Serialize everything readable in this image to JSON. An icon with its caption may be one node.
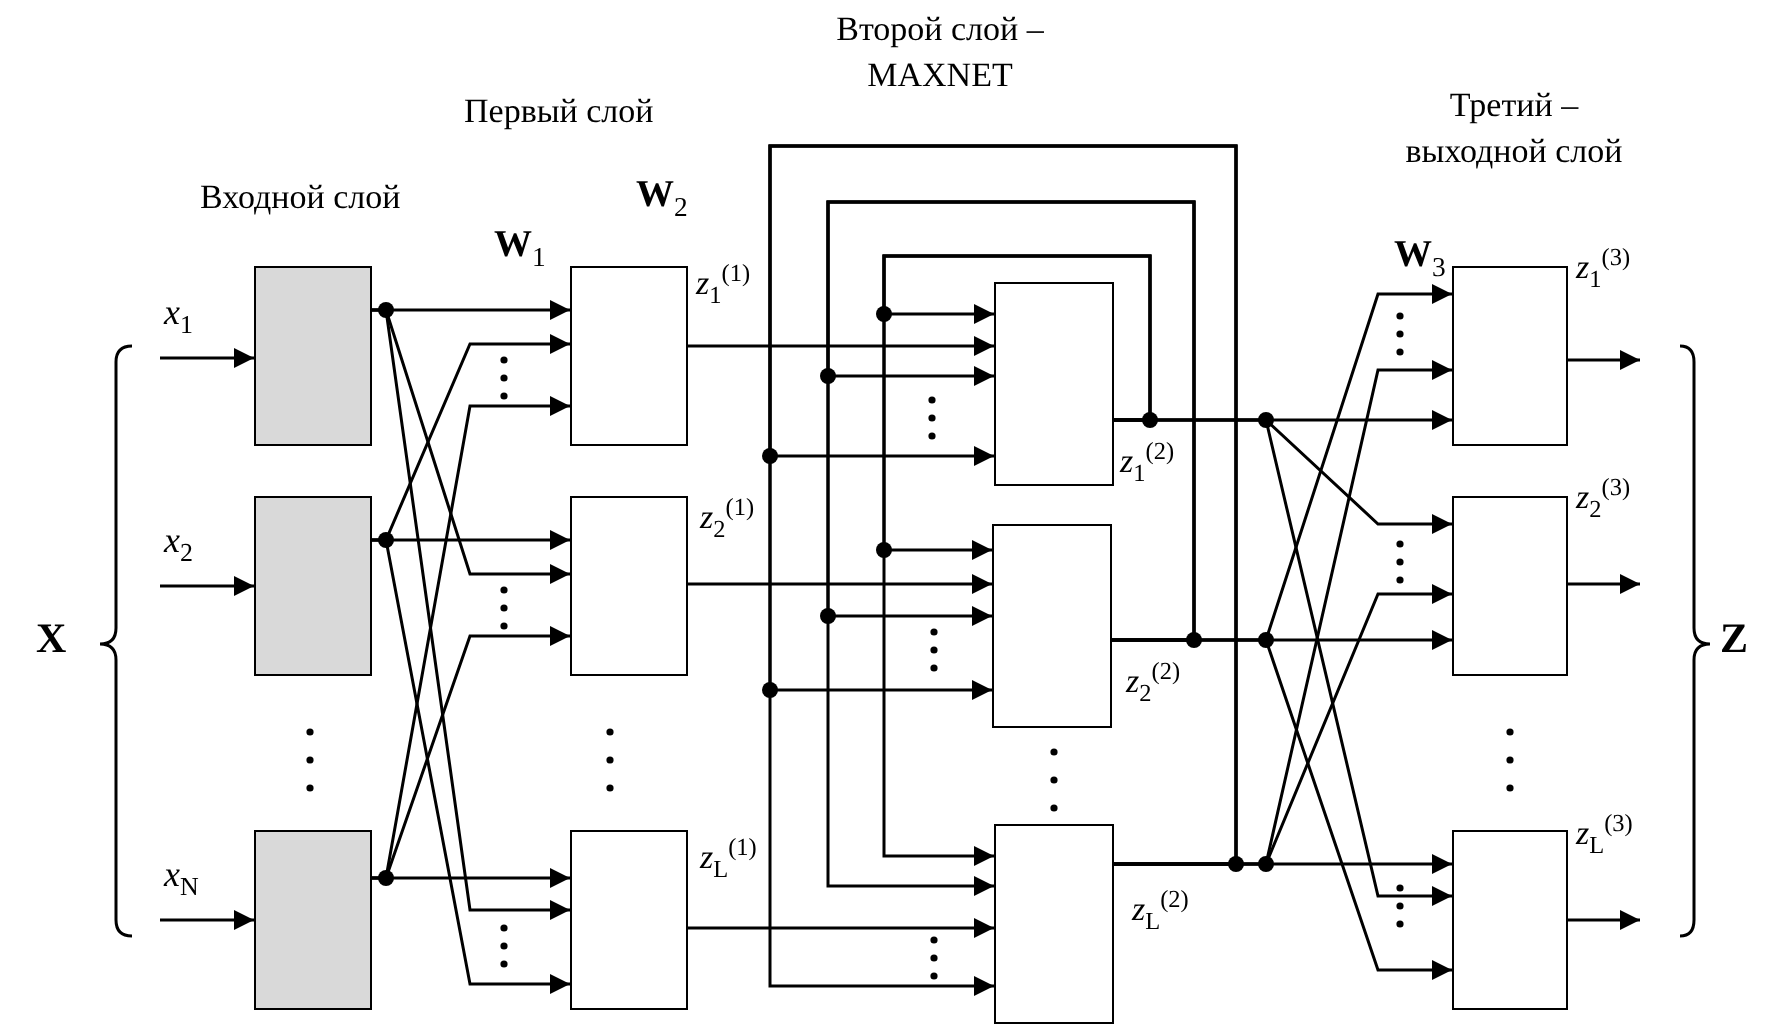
{
  "diagram": {
    "nodes": [
      {
        "text": [],
        "shape": "box"
      },
      {
        "text": [],
        "shape": "box"
      },
      {
        "text": [],
        "shape": "box"
      },
      {
        "text": [],
        "shape": "box",
        "beside": [
          "*z*$_{1}$$^{(1)}$"
        ]
      },
      {
        "text": [],
        "shape": "box",
        "beside": [
          "*z*$_{2}$$^{(1)}$"
        ]
      },
      {
        "text": [],
        "shape": "box",
        "beside": [
          "*z*$_{L}$$^{(1)}$"
        ]
      },
      {
        "text": [],
        "shape": "box",
        "beside": [
          "*z*$_{1}$$^{(2)}$"
        ]
      },
      {
        "text": [],
        "shape": "box",
        "beside": [
          "*z*$_{2}$$^{(2)}$"
        ]
      },
      {
        "text": [],
        "shape": "box",
        "beside": [
          "*z*$_{L}$$^{(2)}$"
        ]
      },
      {
        "text": [],
        "shape": "box",
        "beside": [
          "*z*$_{1}$$^{(3)}$"
        ]
      },
      {
        "text": [],
        "shape": "box",
        "beside": [
          "*z*$_{2}$$^{(3)}$"
        ]
      },
      {
        "text": [],
        "shape": "box",
        "beside": [
          "*z*$_{L}$$^{(3)}$"
        ]
      }
    ],
    "edges": [
      {
        "from": null,
        "to": 0,
        "arrow": "to",
        "label": "*x*$_{1}$"
      },
      {
        "from": null,
        "to": 1,
        "arrow": "to",
        "label": "*x*$_{2}$"
      },
      {
        "from": null,
        "to": 2,
        "arrow": "to",
        "label": "*x*$_{N}$"
      },
      {
        "from": 0,
        "to": 3,
        "arrow": "to"
      },
      {
        "from": 0,
        "to": 4,
        "arrow": "to"
      },
      {
        "from": 0,
        "to": 5,
        "arrow": "to"
      },
      {
        "from": 1,
        "to": 3,
        "arrow": "to"
      },
      {
        "from": 1,
        "to": 4,
        "arrow": "to"
      },
      {
        "from": 1,
        "to": 5,
        "arrow": "to"
      },
      {
        "from": 2,
        "to": 3,
        "arrow": "to"
      },
      {
        "from": 2,
        "to": 4,
        "arrow": "to"
      },
      {
        "from": 2,
        "to": 5,
        "arrow": "to"
      },
      {
        "from": 3,
        "to": 6,
        "arrow": "to"
      },
      {
        "from": 4,
        "to": 7,
        "arrow": "to"
      },
      {
        "from": 5,
        "to": 8,
        "arrow": "to"
      },
      {
        "from": 6,
        "to": 6,
        "arrow": "to"
      },
      {
        "from": 6,
        "to": 7,
        "arrow": "to"
      },
      {
        "from": 6,
        "to": 8,
        "arrow": "to"
      },
      {
        "from": 7,
        "to": 6,
        "arrow": "to"
      },
      {
        "from": 7,
        "to": 7,
        "arrow": "to"
      },
      {
        "from": 7,
        "to": 8,
        "arrow": "to"
      },
      {
        "from": 8,
        "to": 6,
        "arrow": "to"
      },
      {
        "from": 8,
        "to": 7,
        "arrow": "to"
      },
      {
        "from": 8,
        "to": 8,
        "arrow": "to"
      },
      {
        "from": 6,
        "to": 9,
        "arrow": "to"
      },
      {
        "from": 6,
        "to": 10,
        "arrow": "to"
      },
      {
        "from": 6,
        "to": 11,
        "arrow": "to"
      },
      {
        "from": 7,
        "to": 9,
        "arrow": "to"
      },
      {
        "from": 7,
        "to": 10,
        "arrow": "to"
      },
      {
        "from": 7,
        "to": 11,
        "arrow": "to"
      },
      {
        "from": 8,
        "to": 9,
        "arrow": "to"
      },
      {
        "from": 8,
        "to": 10,
        "arrow": "to"
      },
      {
        "from": 8,
        "to": 11,
        "arrow": "to"
      },
      {
        "from": 9,
        "to": null,
        "arrow": "to"
      },
      {
        "from": 10,
        "to": null,
        "arrow": "to"
      },
      {
        "from": 11,
        "to": null,
        "arrow": "to"
      }
    ],
    "labels": [
      "Второй слой – MAXNET",
      "Первый слой",
      "Третий – выходной слой",
      "Входной слой",
      "**W**$_{2}$",
      "**W**$_{1}$",
      "**W**$_{3}$",
      "X",
      "Z"
    ]
  }
}
